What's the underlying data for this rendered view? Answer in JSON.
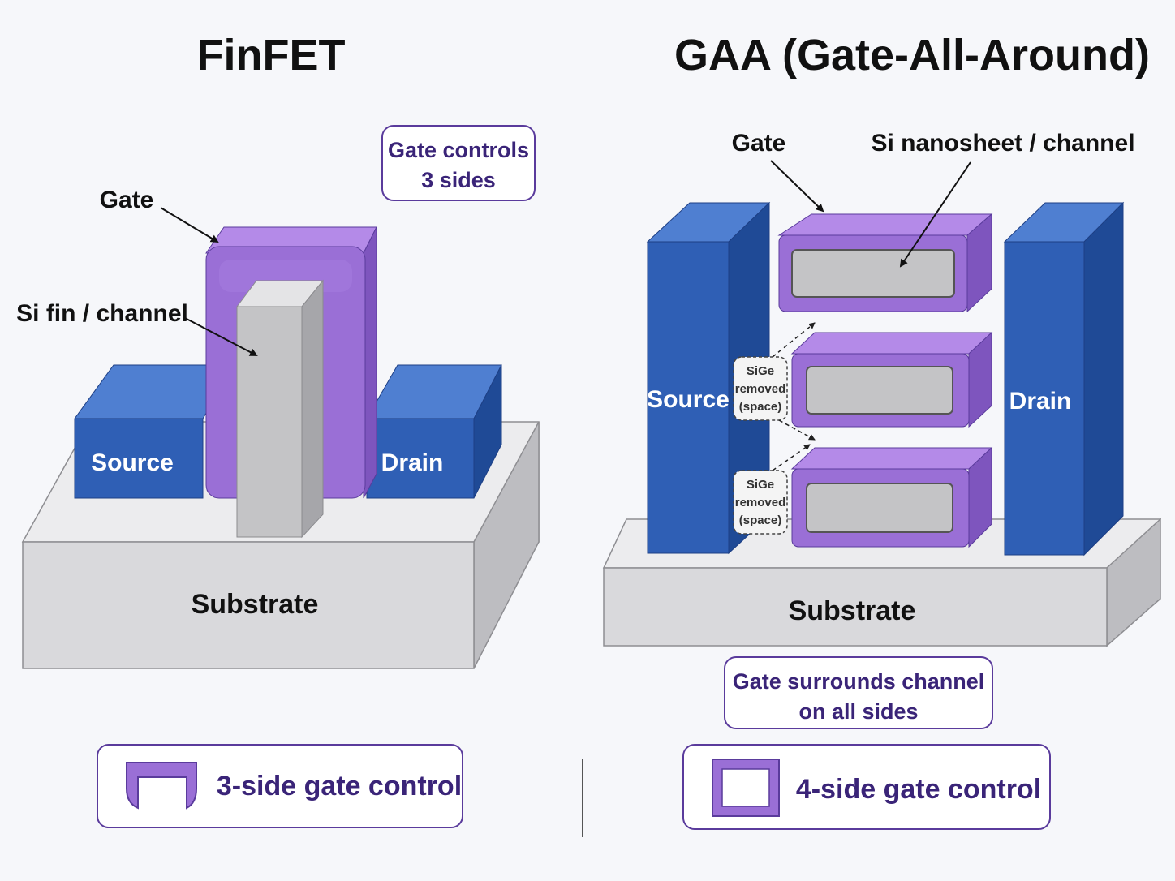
{
  "finfet": {
    "title": "FinFET",
    "gate_label": "Gate",
    "fin_label": "Si fin / channel",
    "callout_line1": "Gate controls",
    "callout_line2": "3 sides",
    "source_label": "Source",
    "drain_label": "Drain",
    "substrate_label": "Substrate",
    "legend_label": "3-side gate control"
  },
  "gaa": {
    "title": "GAA (Gate-All-Around)",
    "gate_label": "Gate",
    "nanosheet_label": "Si nanosheet / channel",
    "source_label": "Source",
    "drain_label": "Drain",
    "substrate_label": "Substrate",
    "sige_1": [
      "SiGe",
      "removed",
      "(space)"
    ],
    "sige_2": [
      "SiGe",
      "removed",
      "(space)"
    ],
    "callout_line1": "Gate surrounds channel",
    "callout_line2": "on all sides",
    "legend_label": "4-side gate control"
  },
  "colors": {
    "gate_purple": "#9a6fd6",
    "source_drain_blue": "#2f5fb5",
    "silicon_gray": "#c4c4c6",
    "substrate_gray": "#d9d9dc",
    "accent_text": "#3a2478",
    "callout_border": "#5a3b9c"
  }
}
